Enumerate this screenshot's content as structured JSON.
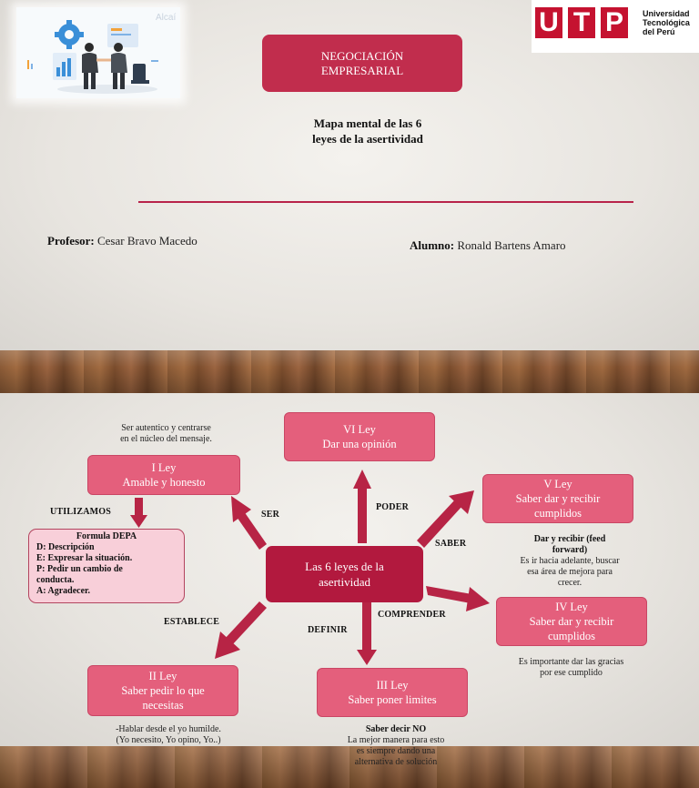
{
  "slide1": {
    "illustration_faint_text": "Alcaí",
    "logo": {
      "letters": [
        "U",
        "T",
        "P"
      ],
      "text_lines": [
        "Universidad",
        "Tecnológica",
        "del Perú"
      ]
    },
    "title_lines": [
      "NEGOCIACIÓN",
      "EMPRESARIAL"
    ],
    "subtitle_lines": [
      "Mapa mental de las 6",
      "leyes de la asertividad"
    ],
    "professor": {
      "label": "Profesor:",
      "name": "Cesar Bravo Macedo"
    },
    "student": {
      "label": "Alumno:",
      "name": "Ronald Bartens Amaro"
    }
  },
  "mindmap": {
    "center_lines": [
      "Las 6 leyes de la",
      "asertividad"
    ],
    "nodes": {
      "ley1": {
        "title": "I Ley",
        "text": "Amable y honesto"
      },
      "ley2": {
        "title": "II Ley",
        "text_lines": [
          "Saber pedir lo que",
          "necesitas"
        ]
      },
      "ley3": {
        "title": "III Ley",
        "text": "Saber poner limites"
      },
      "ley4": {
        "title": "IV Ley",
        "text_lines": [
          "Saber dar y recibir",
          "cumplidos"
        ]
      },
      "ley5": {
        "title": "V Ley",
        "text_lines": [
          "Saber dar y recibir",
          "cumplidos"
        ]
      },
      "ley6": {
        "title": "VI Ley",
        "text": "Dar una opinión"
      }
    },
    "connectors": {
      "ser": "SER",
      "poder": "PODER",
      "saber": "SABER",
      "comprender": "COMPRENDER",
      "definir": "DEFINIR",
      "establece": "ESTABLECE",
      "utilizamos": "UTILIZAMOS"
    },
    "notes": {
      "ley1_lines": [
        "Ser autentico y centrarse",
        "en el núcleo del mensaje."
      ],
      "depa": {
        "heading": "Formula DEPA",
        "lines": [
          "D: Descripción",
          "E: Expresar la situación.",
          "P: Pedir un cambio de",
          "conducta.",
          "A: Agradecer."
        ]
      },
      "ley5": {
        "heading_lines": [
          "Dar y recibir (feed",
          "forward)"
        ],
        "lines": [
          "Es ir hacia adelante, buscar",
          "esa área de mejora para",
          "crecer."
        ]
      },
      "ley4_lines": [
        "Es importante dar las gracias",
        "por ese cumplido"
      ],
      "ley2_lines": [
        "-Hablar desde el yo humilde.",
        "(Yo necesito, Yo opino, Yo..)"
      ],
      "ley3": {
        "heading": "Saber decir NO",
        "lines": [
          "La mejor manera para esto",
          "es siempre dando una",
          "alternativa de solución"
        ]
      }
    }
  },
  "colors": {
    "accent": "#c12d4d",
    "node": "#e45f7c",
    "center": "#b2193e",
    "arrow": "#b72445",
    "rule": "#b8234a"
  }
}
